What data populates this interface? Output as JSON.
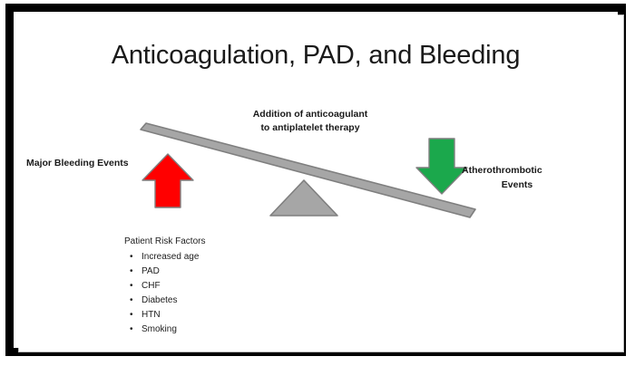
{
  "slide": {
    "title": "Anticoagulation, PAD, and Bleeding",
    "center_caption_line1": "Addition of anticoagulant",
    "center_caption_line2": "to antiplatelet therapy",
    "left_label": "Major Bleeding Events",
    "right_label_line1": "Atherothrombotic",
    "right_label_line2": "Events",
    "risk_factors": {
      "heading": "Patient Risk Factors",
      "bullet_glyph": "•",
      "items": [
        "Increased age",
        "PAD",
        "CHF",
        "Diabetes",
        "HTN",
        "Smoking"
      ]
    },
    "icons": {
      "up_arrow": "red-up-arrow-icon",
      "down_arrow": "green-down-arrow-icon",
      "fulcrum": "gray-triangle-fulcrum-icon",
      "beam": "gray-tilted-beam-icon"
    },
    "colors": {
      "frame_border": "#000000",
      "frame_inner_line": "#bdbdbd",
      "background": "#ffffff",
      "text": "#1a1a1a",
      "red_arrow_fill": "#ff0000",
      "red_arrow_stroke": "#7f7f7f",
      "green_arrow_fill": "#1ba84c",
      "green_arrow_stroke": "#7f7f7f",
      "beam_fill": "#a6a6a6",
      "beam_stroke": "#7f7f7f",
      "fulcrum_fill": "#a6a6a6",
      "fulcrum_stroke": "#7f7f7f"
    }
  }
}
